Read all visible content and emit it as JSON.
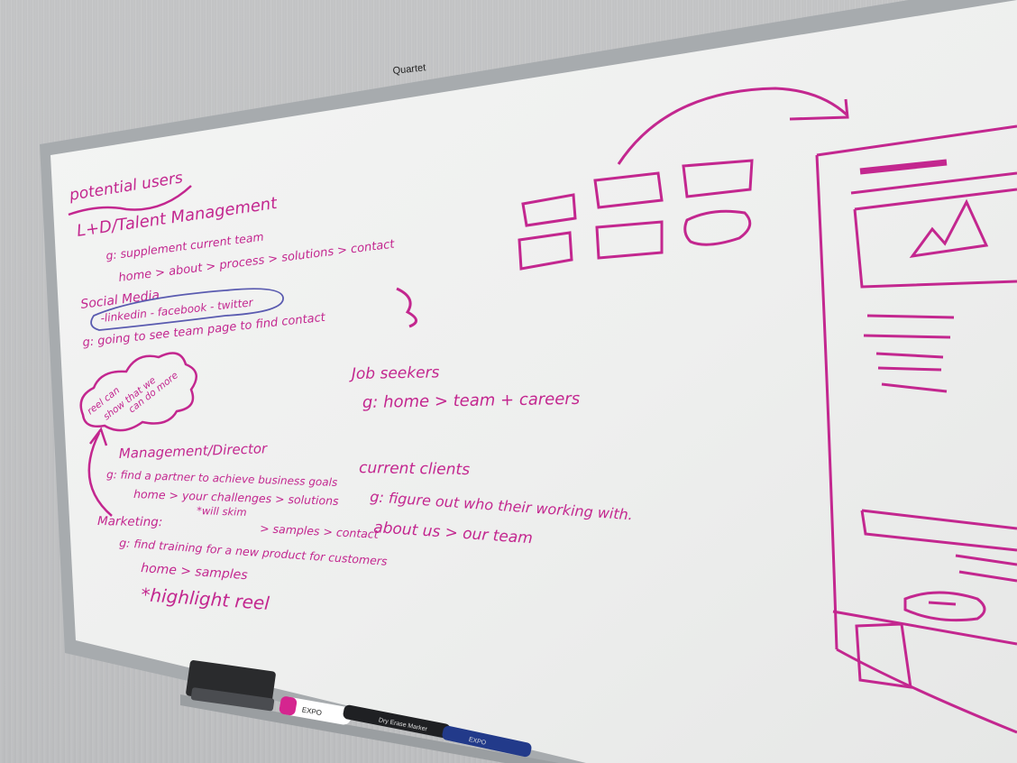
{
  "board": {
    "brand": "Quartet"
  },
  "notes": {
    "heading": "potential users",
    "ld": {
      "title": "L+D/Talent Management",
      "goal": "g: supplement current team",
      "path": "home > about > process > solutions > contact"
    },
    "social": {
      "title": "Social Media",
      "channels": "-linkedin - facebook - twitter",
      "goal": "g: going to see team page to find contact"
    },
    "reel_note": [
      "reel can",
      "show that we",
      "can do more"
    ],
    "management": {
      "title": "Management/Director",
      "goal": "g: find a partner to achieve business goals",
      "path": "home > your challenges > solutions",
      "note": "*will skim",
      "path2": "> samples > contact"
    },
    "marketing": {
      "title": "Marketing:",
      "goal": "g: find training for a new product for customers",
      "path": "home > samples",
      "note": "*highlight reel"
    },
    "job_seekers": {
      "title": "Job seekers",
      "path": "g: home > team + careers"
    },
    "current_clients": {
      "title": "current clients",
      "goal": "g: figure out who their working with.",
      "path": "about us > our team"
    }
  },
  "colors": {
    "marker": "#c3278f",
    "board": "#f2f3f2",
    "frame": "#a7abae",
    "wall": "#cdcecf"
  },
  "markers": [
    {
      "label": "EXPO",
      "color": "#d5258f"
    },
    {
      "label": "Dry Erase Marker",
      "color": "#222222"
    },
    {
      "label": "EXPO",
      "color": "#2244aa"
    }
  ]
}
